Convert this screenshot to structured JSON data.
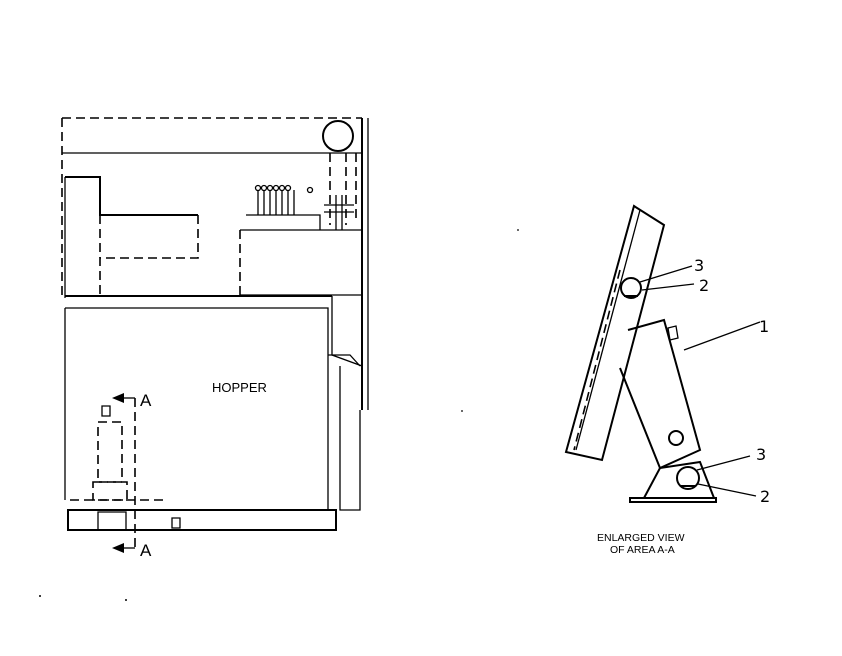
{
  "main_view": {
    "hopper_label": "HOPPER",
    "section_label_top": "A",
    "section_label_bottom": "A"
  },
  "detail_view": {
    "callouts": {
      "part_1": "1",
      "part_2_upper": "2",
      "part_3_upper": "3",
      "part_2_lower": "2",
      "part_3_lower": "3"
    },
    "caption_line1": "ENLARGED VIEW",
    "caption_line2": "OF AREA A-A"
  }
}
